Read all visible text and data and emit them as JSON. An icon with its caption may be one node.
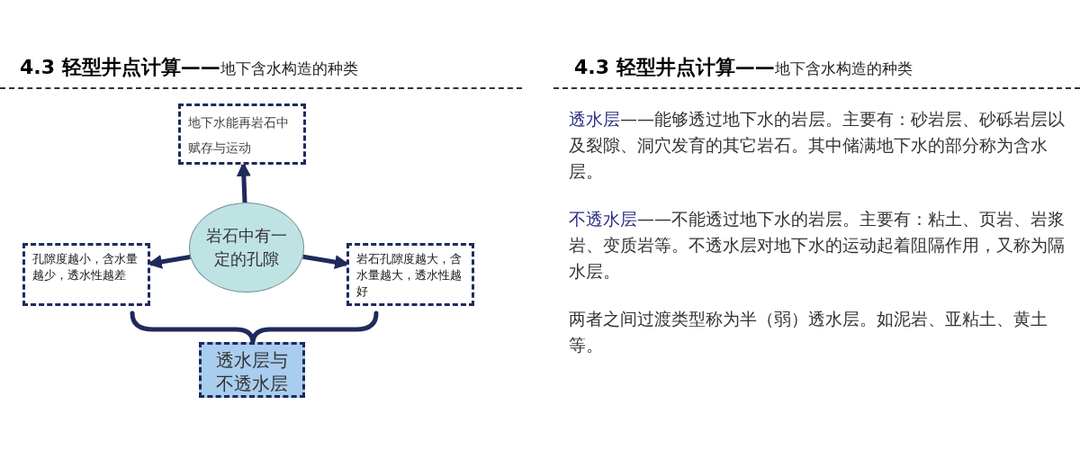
{
  "diagram": {
    "title": "**4.3 轻型井点计算——**地下含水构造的种类",
    "nodes": [
      {
        "text": [
          "地下水能再岩石中赋存与运动"
        ]
      },
      {
        "text": [
          "岩石中有一定的孔隙"
        ]
      },
      {
        "text": [
          "孔隙度越小，含水量越少，透水性越差"
        ]
      },
      {
        "text": [
          "岩石孔隙度越大，含水量越大，透水性越好"
        ]
      },
      {
        "text": [
          "透水层与不透水层"
        ]
      }
    ],
    "edges": [
      {
        "from": 1,
        "to": 0,
        "arrow": "to"
      },
      {
        "from": 1,
        "to": 2,
        "arrow": "to"
      },
      {
        "from": 1,
        "to": 3,
        "arrow": "to"
      }
    ],
    "labels": [
      "**4.3 轻型井点计算——**地下含水构造的种类",
      "**透水层**——能够透过地下水的岩层。主要有：砂岩层、砂砾岩层以及裂隙、洞穴发育的其它岩石。其中储满地下水的部分称为含水层。",
      "**不透水层**——不能透过地下水的岩层。主要有：粘土、页岩、岩浆岩、变质岩等。不透水层对地下水的运动起着阻隔作用，又称为隔水层。",
      "两者之间过渡类型称为半（弱）透水层。如泥岩、亚粘土、黄土等。"
    ]
  }
}
